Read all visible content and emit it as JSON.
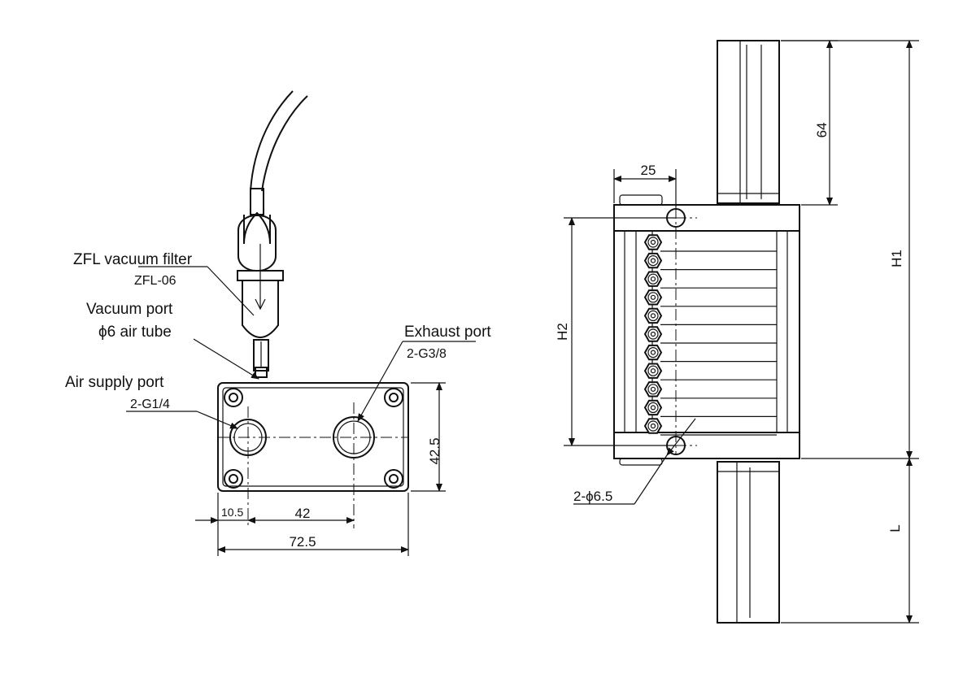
{
  "callouts": {
    "filter_name": "ZFL vacuum filter",
    "filter_model": "ZFL-06",
    "vacuum_port": "Vacuum port",
    "air_tube": "ϕ6 air tube",
    "exhaust_port": "Exhaust port",
    "exhaust_thread": "2-G3/8",
    "air_supply_port": "Air supply port",
    "air_supply_thread": "2-G1/4",
    "mount_holes": "2-ϕ6.5"
  },
  "dimensions": {
    "offset": "10.5",
    "port_spacing": "42",
    "total_width": "72.5",
    "height": "42.5",
    "top_width": "25",
    "cylinder_length": "64",
    "h1": "H1",
    "h2": "H2",
    "l": "L"
  }
}
